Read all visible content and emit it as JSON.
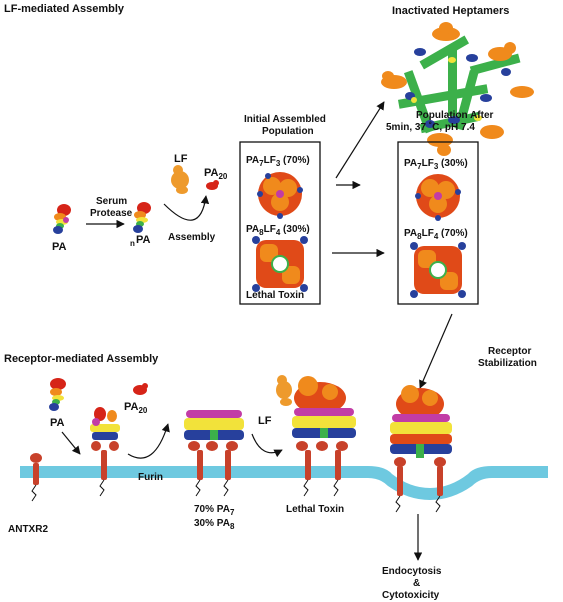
{
  "colors": {
    "red": "#d62418",
    "orange": "#f08a1c",
    "yellow": "#f2e23a",
    "green": "#3cb04a",
    "blue": "#27409c",
    "magenta": "#c23ca6",
    "membrane": "#6ec9e0",
    "lf": "#ee9a2c",
    "ring_red": "#e04a18",
    "receptor": "#c8412a"
  },
  "top": {
    "section_title": "LF-mediated Assembly",
    "inactivated_title": "Inactivated Heptamers",
    "serum_protease_1": "Serum",
    "serum_protease_2": "Protease",
    "pa": "PA",
    "npa_prefix": "n",
    "npa_main": "PA",
    "lf": "LF",
    "pa20_main": "PA",
    "pa20_sub": "20",
    "assembly": "Assembly",
    "initial_pop_1": "Initial Assembled",
    "initial_pop_2": "Population",
    "box1_row1_a": "PA",
    "box1_row1_sub1": "7",
    "box1_row1_b": "LF",
    "box1_row1_sub2": "3",
    "box1_row1_pct": " (70%)",
    "box1_row2_a": "PA",
    "box1_row2_sub1": "8",
    "box1_row2_b": "LF",
    "box1_row2_sub2": "4",
    "box1_row2_pct": " (30%)",
    "lethal_toxin": "Lethal Toxin",
    "pop_after_1": "Population After",
    "pop_after_2": "5min, 37 ˚C, pH 7.4",
    "box2_row1_a": "PA",
    "box2_row1_sub1": "7",
    "box2_row1_b": "LF",
    "box2_row1_sub2": "3",
    "box2_row1_pct": " (30%)",
    "box2_row2_a": "PA",
    "box2_row2_sub1": "8",
    "box2_row2_b": "LF",
    "box2_row2_sub2": "4",
    "box2_row2_pct": " (70%)"
  },
  "bottom": {
    "section_title": "Receptor-mediated Assembly",
    "pa": "PA",
    "pa20_main": "PA",
    "pa20_sub": "20",
    "furin": "Furin",
    "lf": "LF",
    "antxr2": "ANTXR2",
    "pct_line1_a": "70% PA",
    "pct_line1_sub": "7",
    "pct_line2_a": "30% PA",
    "pct_line2_sub": "8",
    "lethal_toxin": "Lethal Toxin",
    "receptor_stab_1": "Receptor",
    "receptor_stab_2": "Stabilization",
    "endocytosis_1": "Endocytosis",
    "endocytosis_2": "&",
    "endocytosis_3": "Cytotoxicity"
  }
}
